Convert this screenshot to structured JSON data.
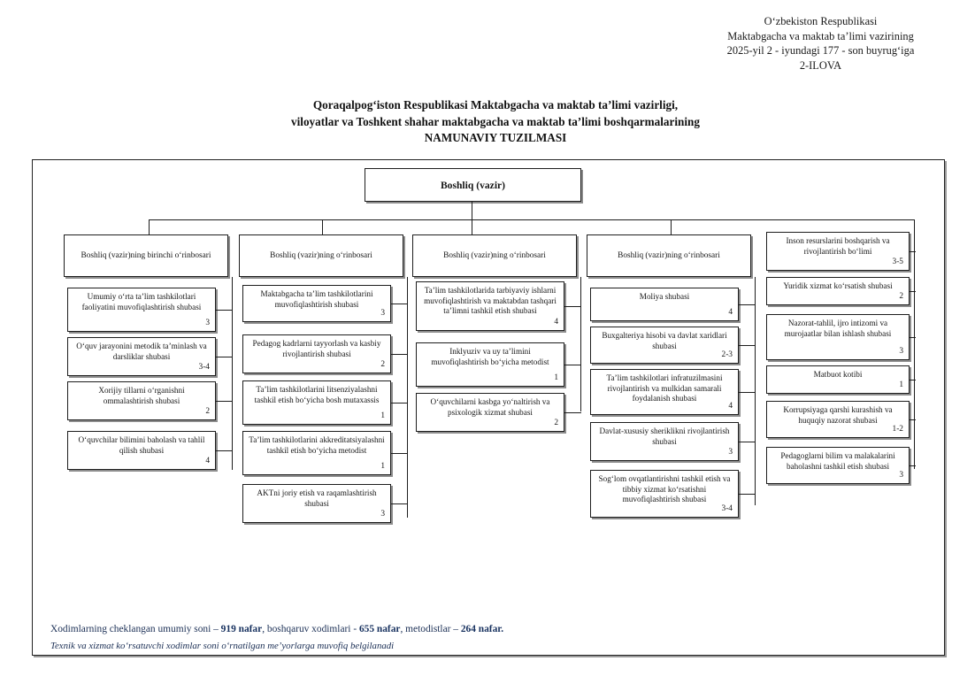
{
  "header": {
    "line1": "O‘zbekiston Respublikasi",
    "line2": "Maktabgacha va maktab ta’limi vazirining",
    "line3": "2025-yil 2 - iyundagi 177 - son buyrug‘iga",
    "line4": "2-ILOVA"
  },
  "title": {
    "line1": "Qoraqalpog‘iston Respublikasi Maktabgacha va maktab ta’limi vazirligi,",
    "line2": "viloyatlar va Toshkent shahar  maktabgacha va maktab ta’limi boshqarmalarining",
    "line3": "NAMUNAVIY TUZILMASI"
  },
  "root": {
    "label": "Boshliq (vazir)"
  },
  "columns": [
    {
      "head": {
        "label": "Boshliq (vazir)ning birinchi o‘rinbosari",
        "count": ""
      },
      "items": [
        {
          "label": "Umumiy o‘rta ta’lim tashkilotlari faoliyatini muvofiqlashtirish shubasi",
          "count": "3"
        },
        {
          "label": "O‘quv jarayonini metodik ta’minlash va darsliklar shubasi",
          "count": "3-4"
        },
        {
          "label": "Xorijiy tillarni o‘rganishni ommalashtirish shubasi",
          "count": "2"
        },
        {
          "label": "O‘quvchilar bilimini baholash va tahlil qilish shubasi",
          "count": "4"
        }
      ]
    },
    {
      "head": {
        "label": "Boshliq (vazir)ning o‘rinbosari",
        "count": ""
      },
      "items": [
        {
          "label": "Maktabgacha ta’lim tashkilotlarini muvofiqlashtirish shubasi",
          "count": "3"
        },
        {
          "label": "Pedagog kadrlarni tayyorlash va kasbiy rivojlantirish shubasi",
          "count": "2"
        },
        {
          "label": "Ta’lim tashkilotlarini litsenziyalashni tashkil etish bo‘yicha bosh mutaxassis",
          "count": "1"
        },
        {
          "label": "Ta’lim tashkilotlarini akkreditatsiyalashni tashkil etish bo‘yicha metodist",
          "count": "1"
        },
        {
          "label": "AKTni joriy etish va raqamlashtirish shubasi",
          "count": "3"
        }
      ]
    },
    {
      "head": {
        "label": "Boshliq (vazir)ning o‘rinbosari",
        "count": ""
      },
      "items": [
        {
          "label": "Ta’lim tashkilotlarida tarbiyaviy ishlarni muvofiqlashtirish va maktabdan tashqari ta’limni tashkil etish shubasi",
          "count": "4"
        },
        {
          "label": "Inklyuziv va uy ta’limini muvofiqlashtirish bo‘yicha metodist",
          "count": "1"
        },
        {
          "label": "O‘quvchilarni kasbga yo‘naltirish va psixologik xizmat shubasi",
          "count": "2"
        }
      ]
    },
    {
      "head": {
        "label": "Boshliq (vazir)ning o‘rinbosari",
        "count": ""
      },
      "items": [
        {
          "label": "Moliya shubasi",
          "count": "4"
        },
        {
          "label": "Buxgalteriya hisobi va davlat xaridlari shubasi",
          "count": "2-3"
        },
        {
          "label": "Ta’lim tashkilotlari infratuzilmasini rivojlantirish va mulkidan samarali foydalanish shubasi",
          "count": "4"
        },
        {
          "label": "Davlat-xususiy sheriklikni rivojlantirish shubasi",
          "count": "3"
        },
        {
          "label": "Sog‘lom ovqatlantirishni tashkil etish va tibbiy xizmat ko‘rsatishni muvofiqlashtirish shubasi",
          "count": "3-4"
        }
      ]
    },
    {
      "head": null,
      "items": [
        {
          "label": "Inson resurslarini boshqarish va rivojlantirish bo‘limi",
          "count": "3-5"
        },
        {
          "label": "Yuridik xizmat ko‘rsatish shubasi",
          "count": "2"
        },
        {
          "label": "Nazorat-tahlil, ijro intizomi va murojaatlar bilan ishlash shubasi",
          "count": "3"
        },
        {
          "label": "Matbuot kotibi",
          "count": "1"
        },
        {
          "label": "Korrupsiyaga qarshi kurashish va huquqiy nazorat shubasi",
          "count": "1-2"
        },
        {
          "label": "Pedagoglarni bilim va malakalarini baholashni tashkil etish shubasi",
          "count": "3"
        }
      ]
    }
  ],
  "footer": {
    "prefix": "Xodimlarning cheklangan umumiy soni – ",
    "total": "919 nafar",
    "mid1": ", boshqaruv xodimlari - ",
    "managers": "655 nafar",
    "mid2": ", metodistlar – ",
    "methodists": "264 nafar.",
    "note": "Texnik va xizmat ko‘rsatuvchi xodimlar soni o‘rnatilgan me’yorlarga muvofiq belgilanadi"
  },
  "colors": {
    "line": "#1d1d1d",
    "frame": "#222222",
    "footer_text": "#1b2f55",
    "footer_number": "#16305e"
  }
}
